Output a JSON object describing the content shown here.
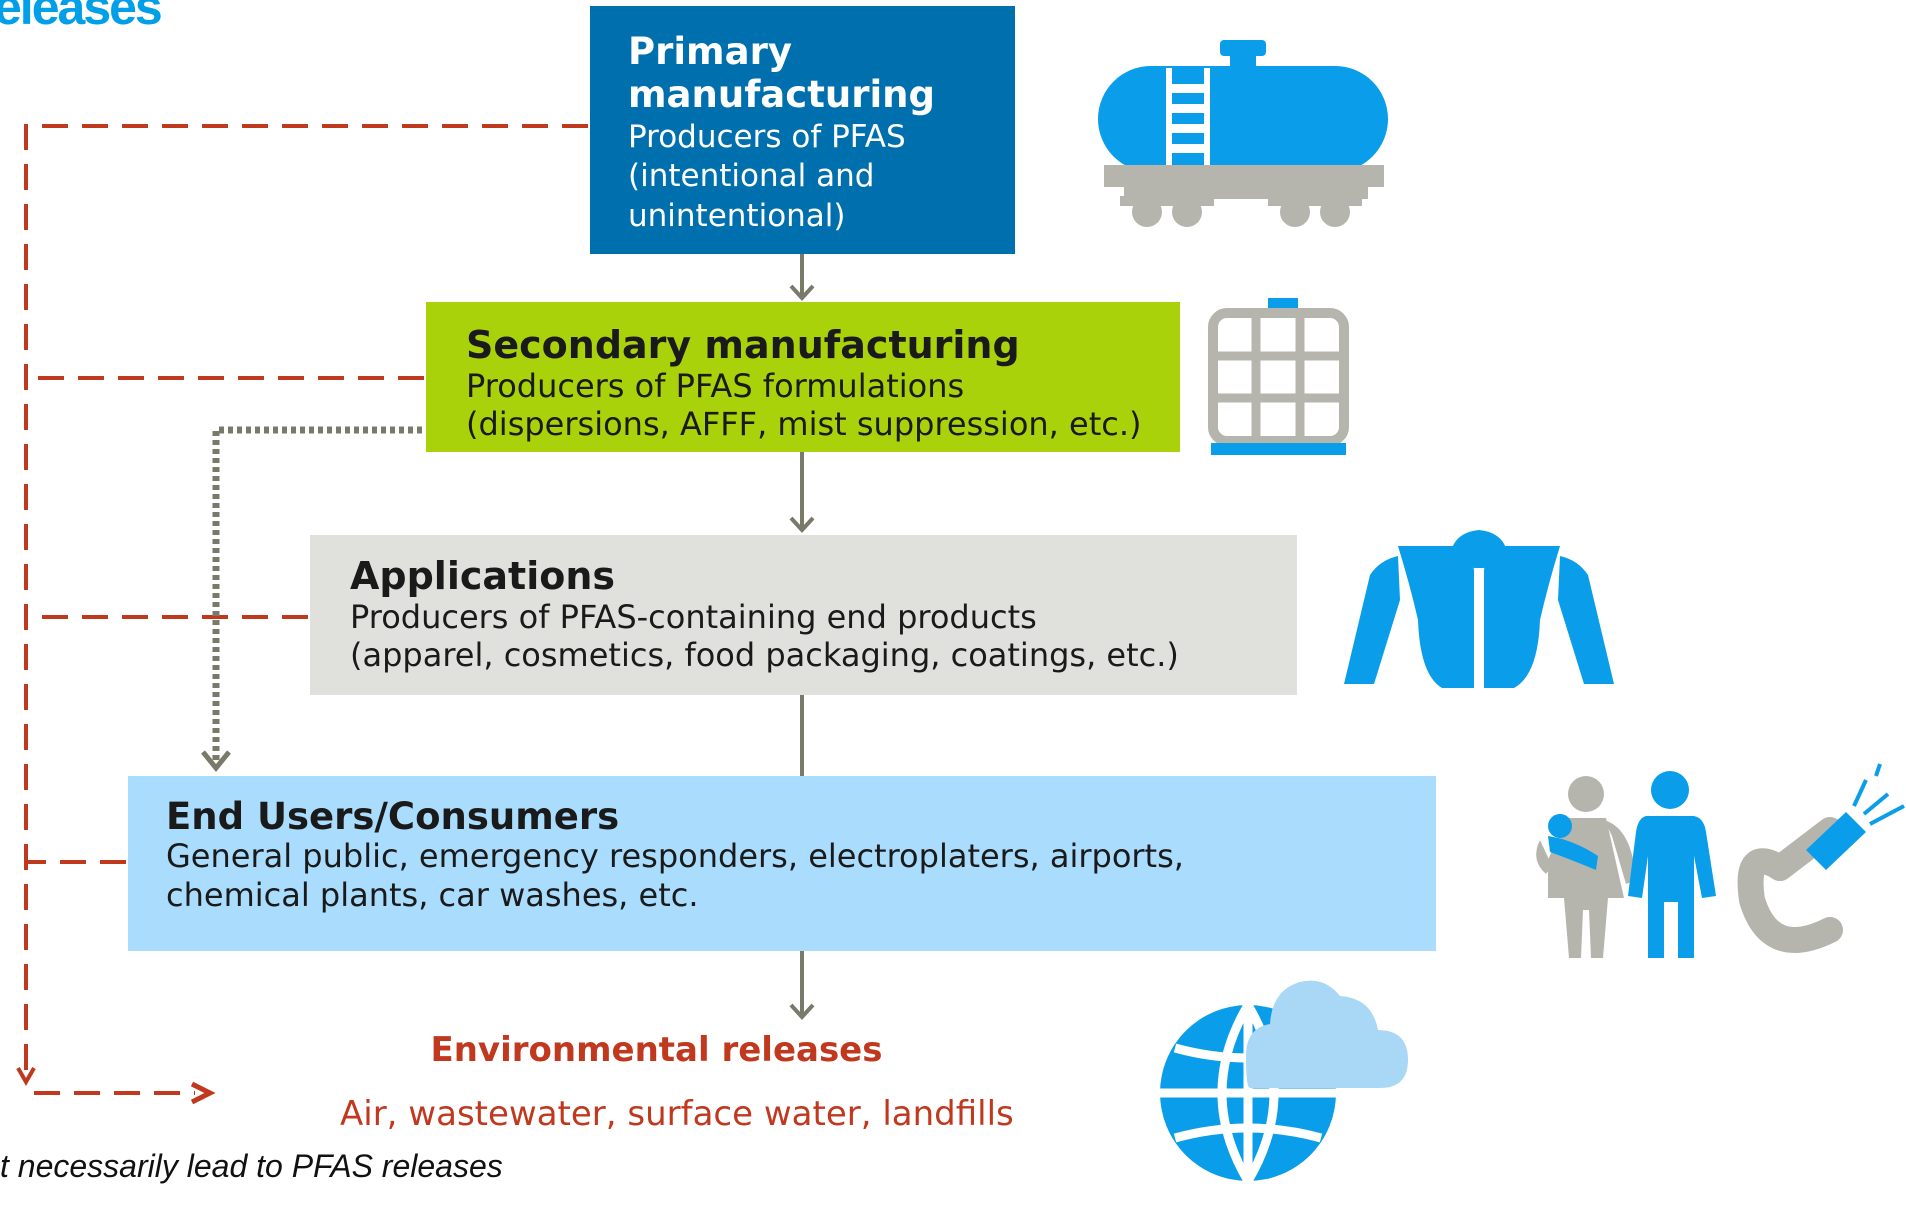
{
  "title": "eleases",
  "boxes": {
    "primary": {
      "title_line1": "Primary",
      "title_line2": "manufacturing",
      "desc_line1": "Producers of PFAS",
      "desc_line2": "(intentional and",
      "desc_line3": "unintentional)"
    },
    "secondary": {
      "title": "Secondary manufacturing",
      "desc_line1": "Producers of PFAS formulations",
      "desc_line2": "(dispersions, AFFF, mist suppression, etc.)"
    },
    "applications": {
      "title": "Applications",
      "desc_line1": "Producers of PFAS-containing end products",
      "desc_line2": "(apparel, cosmetics, food packaging, coatings, etc.)"
    },
    "end_users": {
      "title": "End Users/Consumers",
      "desc_line1": "General public, emergency responders, electroplaters, airports,",
      "desc_line2": "chemical plants, car washes, etc."
    }
  },
  "environment": {
    "title": "Environmental releases",
    "desc": "Air, wastewater, surface water, landfills"
  },
  "footnote": "t necessarily lead to PFAS releases",
  "icons": {
    "primary": "tank-car-icon",
    "secondary": "ibc-tote-icon",
    "applications": "jacket-icon",
    "end_users": [
      "family-icon",
      "fire-hose-icon"
    ],
    "environment": "globe-cloud-icon"
  },
  "colors": {
    "title_blue": "#009fe8",
    "primary_box": "#006fad",
    "secondary_box": "#a9d20b",
    "applications_box": "#e0e0dd",
    "end_users_box": "#aadcfd",
    "release_red": "#c0391f",
    "flow_arrow": "#7a7a6a",
    "icon_blue": "#0a9eea",
    "icon_gray": "#b5b5ae",
    "cloud_blue": "#a8d8f6"
  }
}
